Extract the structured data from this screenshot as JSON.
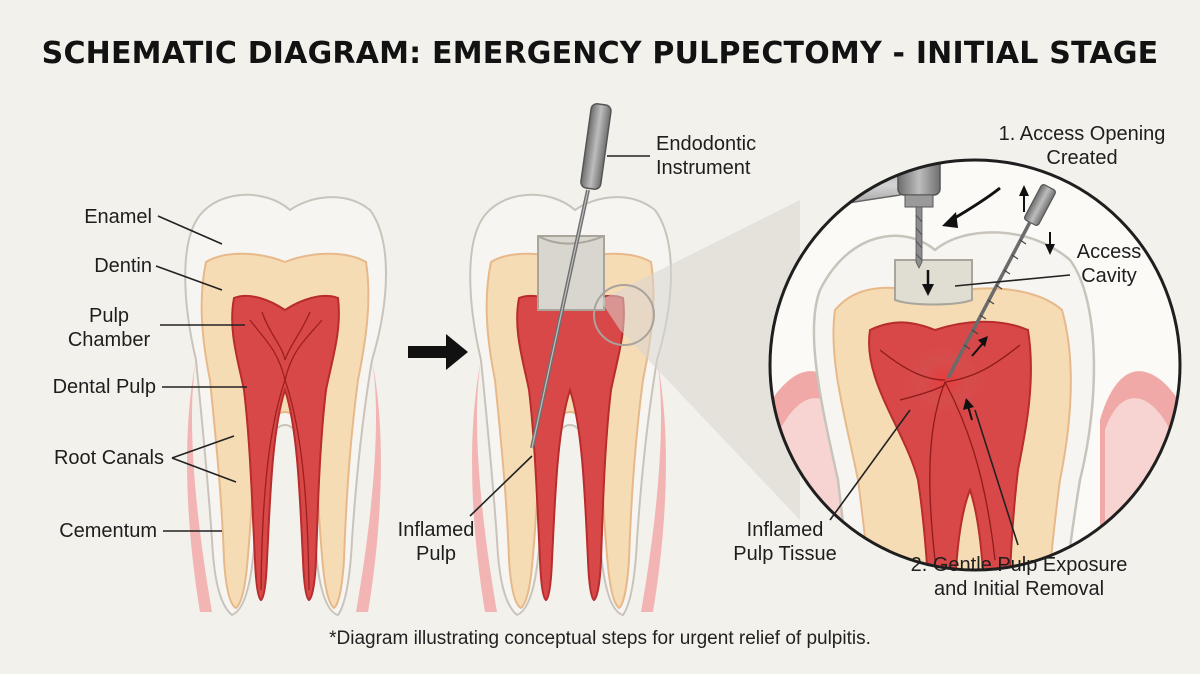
{
  "title": "SCHEMATIC DIAGRAM: EMERGENCY PULPECTOMY - INITIAL STAGE",
  "footnote": "*Diagram illustrating conceptual steps for urgent relief of pulpitis.",
  "labels": {
    "enamel": "Enamel",
    "dentin": "Dentin",
    "pulp_chamber_1": "Pulp",
    "pulp_chamber_2": "Chamber",
    "dental_pulp": "Dental Pulp",
    "root_canals": "Root Canals",
    "cementum": "Cementum",
    "endodontic_1": "Endodontic",
    "endodontic_2": "Instrument",
    "inflamed_pulp_1": "Inflamed",
    "inflamed_pulp_2": "Pulp",
    "step1_1": "1. Access Opening",
    "step1_2": "Created",
    "access_cavity_1": "Access",
    "access_cavity_2": "Cavity",
    "inflamed_tissue_1": "Inflamed",
    "inflamed_tissue_2": "Pulp Tissue",
    "step2_1": "2. Gentle Pulp Exposure",
    "step2_2": "and Initial Removal"
  },
  "colors": {
    "enamel": "#f7f5f1",
    "dentin": "#f6dcb5",
    "pulp": "#d94848",
    "pulp_dark": "#b72c2c",
    "gum": "#f2b5b3",
    "instrument": "#8c8c8c",
    "filling": "#d8d6cf"
  },
  "icons": {
    "progress_arrow": "right-arrow-icon",
    "drill": "dental-drill-icon",
    "file": "endodontic-file-icon"
  }
}
